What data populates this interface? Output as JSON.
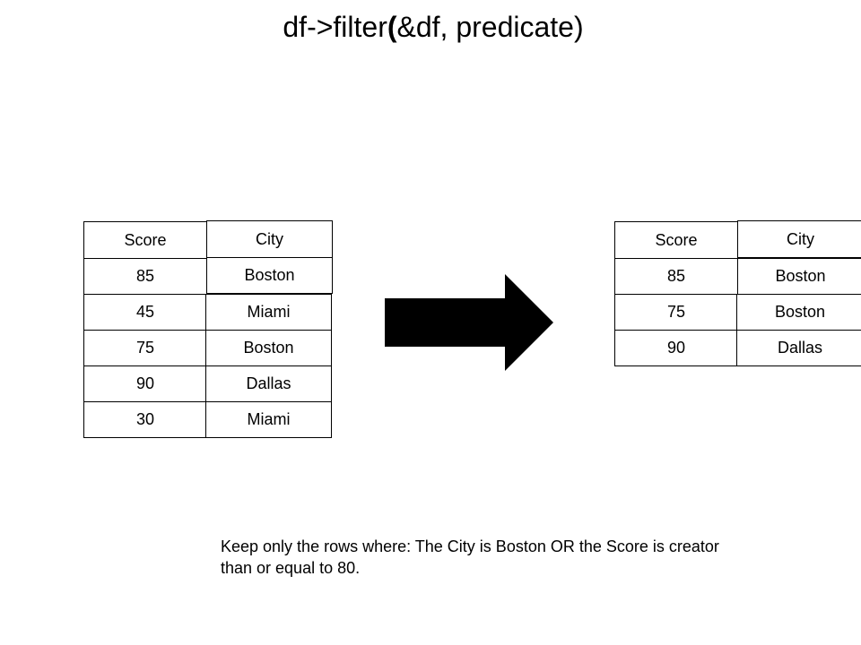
{
  "title": {
    "prefix": "df->filter",
    "open_paren": "(",
    "suffix": "&df, predicate)"
  },
  "input_table": {
    "columns": [
      "Score",
      "City"
    ],
    "rows": [
      [
        "85",
        "Boston"
      ],
      [
        "45",
        "Miami"
      ],
      [
        "75",
        "Boston"
      ],
      [
        "90",
        "Dallas"
      ],
      [
        "30",
        "Miami"
      ]
    ]
  },
  "output_table": {
    "columns": [
      "Score",
      "City"
    ],
    "rows": [
      [
        "85",
        "Boston"
      ],
      [
        "75",
        "Boston"
      ],
      [
        "90",
        "Dallas"
      ]
    ]
  },
  "arrow": {
    "color": "#000000",
    "icon": "right-arrow-icon"
  },
  "caption": "Keep only the rows where: The City is Boston OR the Score is creator than or equal to 80."
}
